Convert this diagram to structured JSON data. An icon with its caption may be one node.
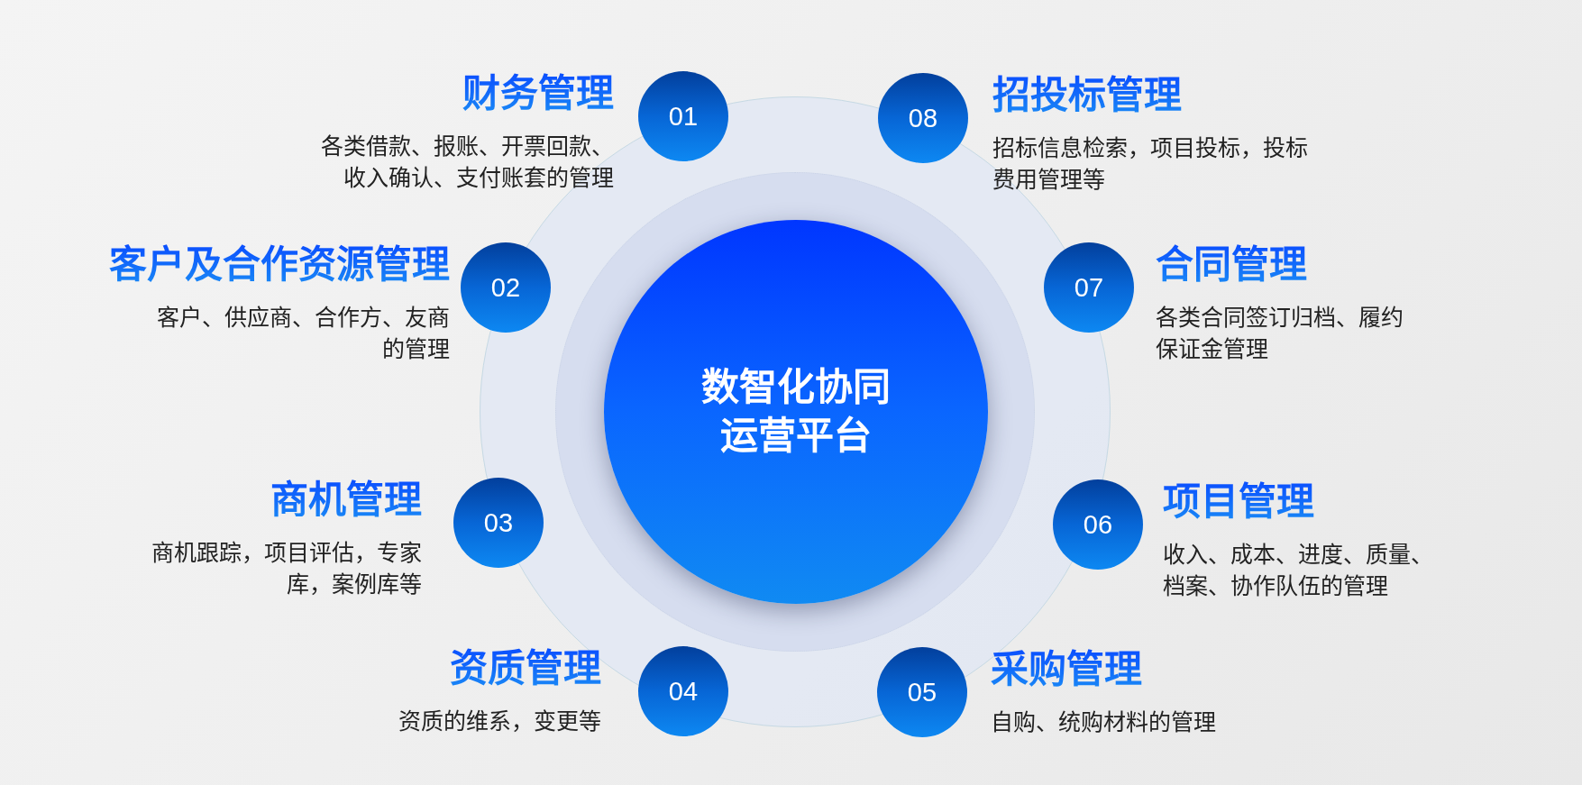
{
  "diagram": {
    "nodes": [
      {
        "text": [
          "数智化协同运营平台"
        ]
      },
      {
        "text": [
          "01",
          "财务管理",
          "各类借款、报账、开票回款、收入确认、支付账套的管理"
        ]
      },
      {
        "text": [
          "02",
          "客户及合作资源管理",
          "客户、供应商、合作方、友商的管理"
        ]
      },
      {
        "text": [
          "03",
          "商机管理",
          "商机跟踪，项目评估，专家库，案例库等"
        ]
      },
      {
        "text": [
          "04",
          "资质管理",
          "资质的维系，变更等"
        ]
      },
      {
        "text": [
          "05",
          "采购管理",
          "自购、统购材料的管理"
        ]
      },
      {
        "text": [
          "06",
          "项目管理",
          "收入、成本、进度、质量、档案、协作队伍的管理"
        ]
      },
      {
        "text": [
          "07",
          "合同管理",
          "各类合同签订归档、履约保证金管理"
        ]
      },
      {
        "text": [
          "08",
          "招投标管理",
          "招标信息检索，项目投标，投标费用管理等"
        ]
      }
    ]
  }
}
